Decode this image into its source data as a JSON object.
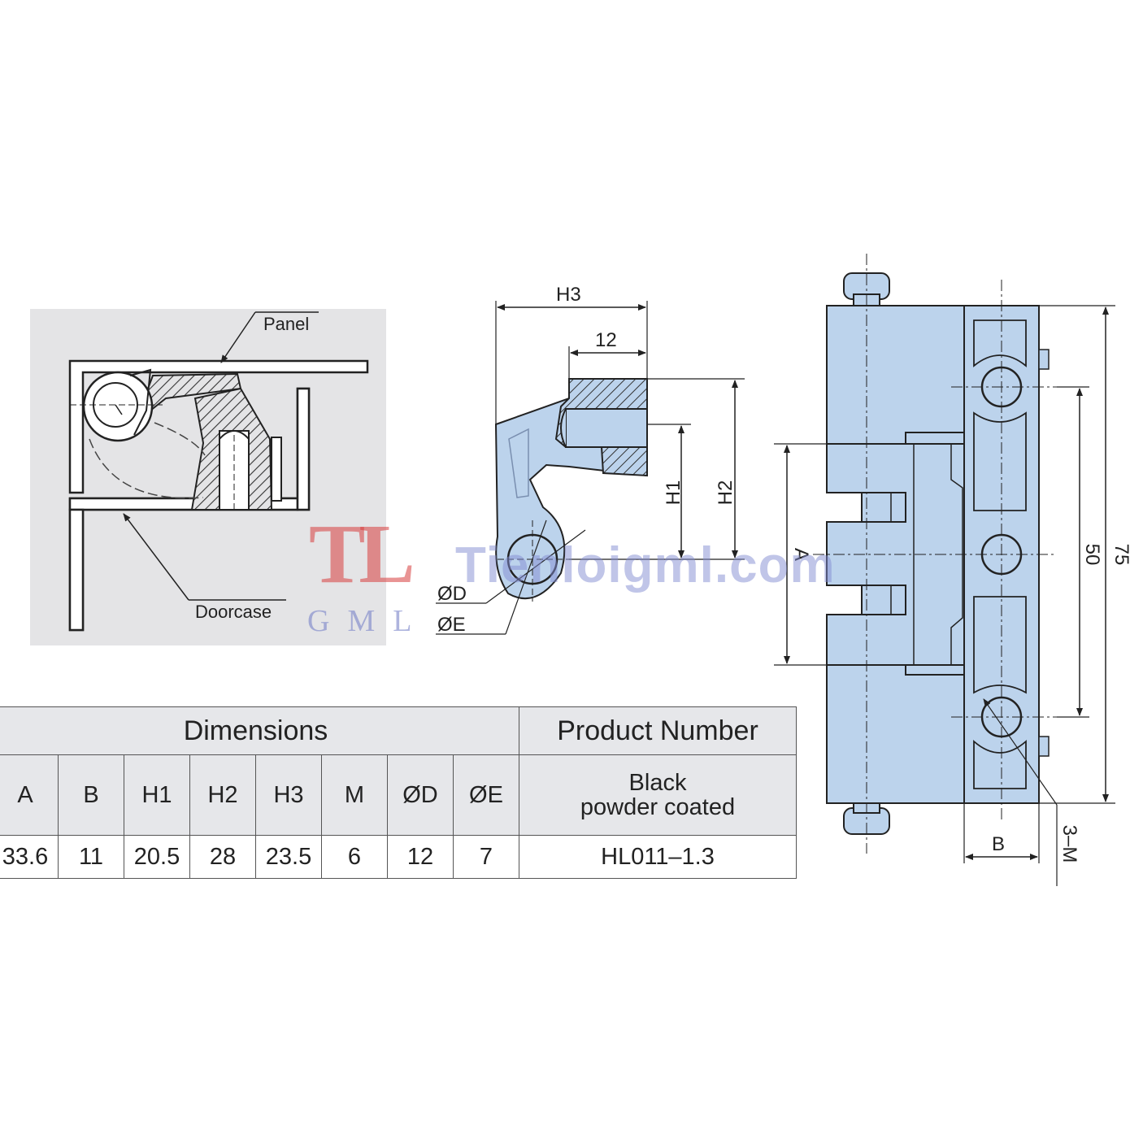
{
  "install_view": {
    "panel_label": "Panel",
    "doorcase_label": "Doorcase"
  },
  "side_view": {
    "h3_label": "H3",
    "dim_12": "12",
    "h1_label": "H1",
    "h2_label": "H2",
    "d_label": "ØD",
    "e_label": "ØE"
  },
  "front_view": {
    "a_label": "A",
    "dim_50": "50",
    "dim_75": "75",
    "b_label": "B",
    "m_label": "3–M"
  },
  "table": {
    "dimensions_header": "Dimensions",
    "product_number_header": "Product Number",
    "columns": [
      "A",
      "B",
      "H1",
      "H2",
      "H3",
      "M",
      "ØD",
      "ØE"
    ],
    "finish_line1": "Black",
    "finish_line2": "powder coated",
    "values": [
      "33.6",
      "11",
      "20.5",
      "28",
      "23.5",
      "6",
      "12",
      "7"
    ],
    "product_number": "HL011–1.3"
  },
  "watermark": {
    "logo": "TL",
    "brand": "GML",
    "site": "Tienloigml.com"
  },
  "colors": {
    "part_fill": "#bcd3ec",
    "panel_bg": "#e4e4e6",
    "table_header_bg": "#e6e7ea"
  }
}
